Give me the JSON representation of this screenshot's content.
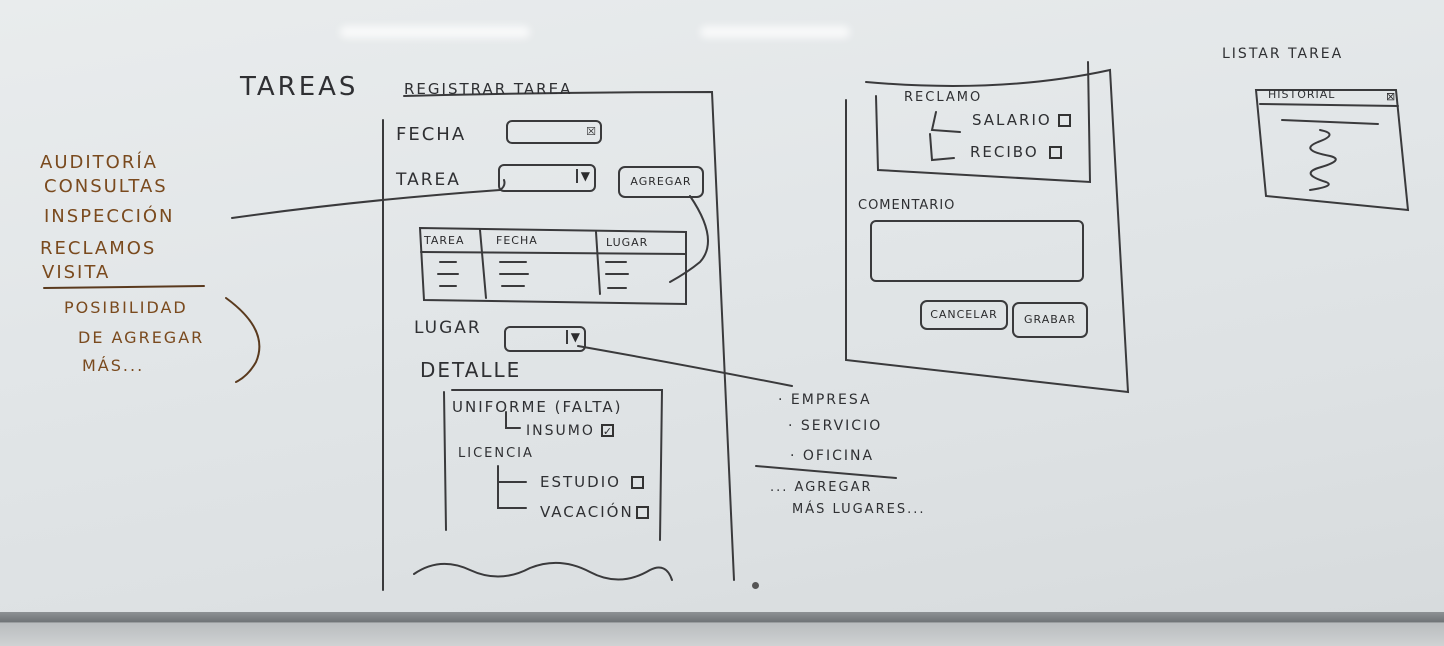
{
  "board": {
    "title": "TAREAS",
    "tipos_tarea": [
      "AUDITORÍA",
      "CONSULTAS",
      "INSPECCIÓN",
      "RECLAMOS",
      "VISITA"
    ],
    "nota_agregar": [
      "POSIBILIDAD",
      "DE AGREGAR",
      "MÁS..."
    ]
  },
  "registrar": {
    "title": "REGISTRAR TAREA",
    "fecha_label": "FECHA",
    "tarea_label": "TAREA",
    "agregar_button": "AGREGAR",
    "table_headers": [
      "TAREA",
      "FECHA",
      "LUGAR"
    ],
    "lugar_label": "LUGAR",
    "detalle_label": "DETALLE",
    "uniforme": "UNIFORME (FALTA)",
    "insumo": "INSUMO",
    "licencia": "LICENCIA",
    "estudio": "ESTUDIO",
    "vacacion": "VACACIÓN"
  },
  "lugares": {
    "items": [
      "· EMPRESA",
      "· SERVICIO",
      "· OFICINA"
    ],
    "nota": [
      "... AGREGAR",
      "MÁS LUGARES..."
    ]
  },
  "reclamo_panel": {
    "reclamo": "RECLAMO",
    "salario": "SALARIO",
    "recibo": "RECIBO",
    "comentario": "COMENTARIO",
    "cancelar_button": "CANCELAR",
    "grabar_button": "GRABAR"
  },
  "listar": {
    "title": "LISTAR TAREA",
    "historial": "HISTORIAL"
  }
}
